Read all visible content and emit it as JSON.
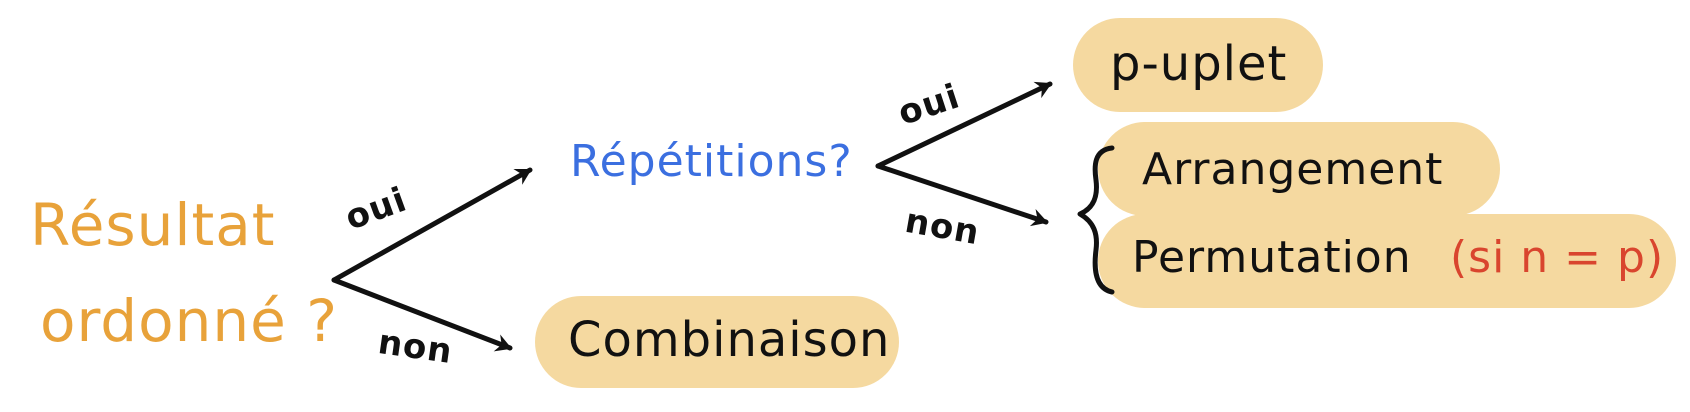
{
  "colors": {
    "orange": "#e8a23a",
    "blue": "#3b6fe0",
    "red": "#d9452e",
    "ink": "#111111",
    "pill": "#f5d9a0"
  },
  "question1": {
    "line1": "Résultat",
    "line2": "ordonné ?"
  },
  "question2": "Répétitions?",
  "branches": {
    "q1_yes": "oui",
    "q1_no": "non",
    "q2_yes": "oui",
    "q2_no": "non"
  },
  "results": {
    "combinaison": "Combinaison",
    "p_uplet": "p-uplet",
    "arrangement": "Arrangement",
    "permutation": "Permutation",
    "permutation_condition": "(si n = p)"
  }
}
